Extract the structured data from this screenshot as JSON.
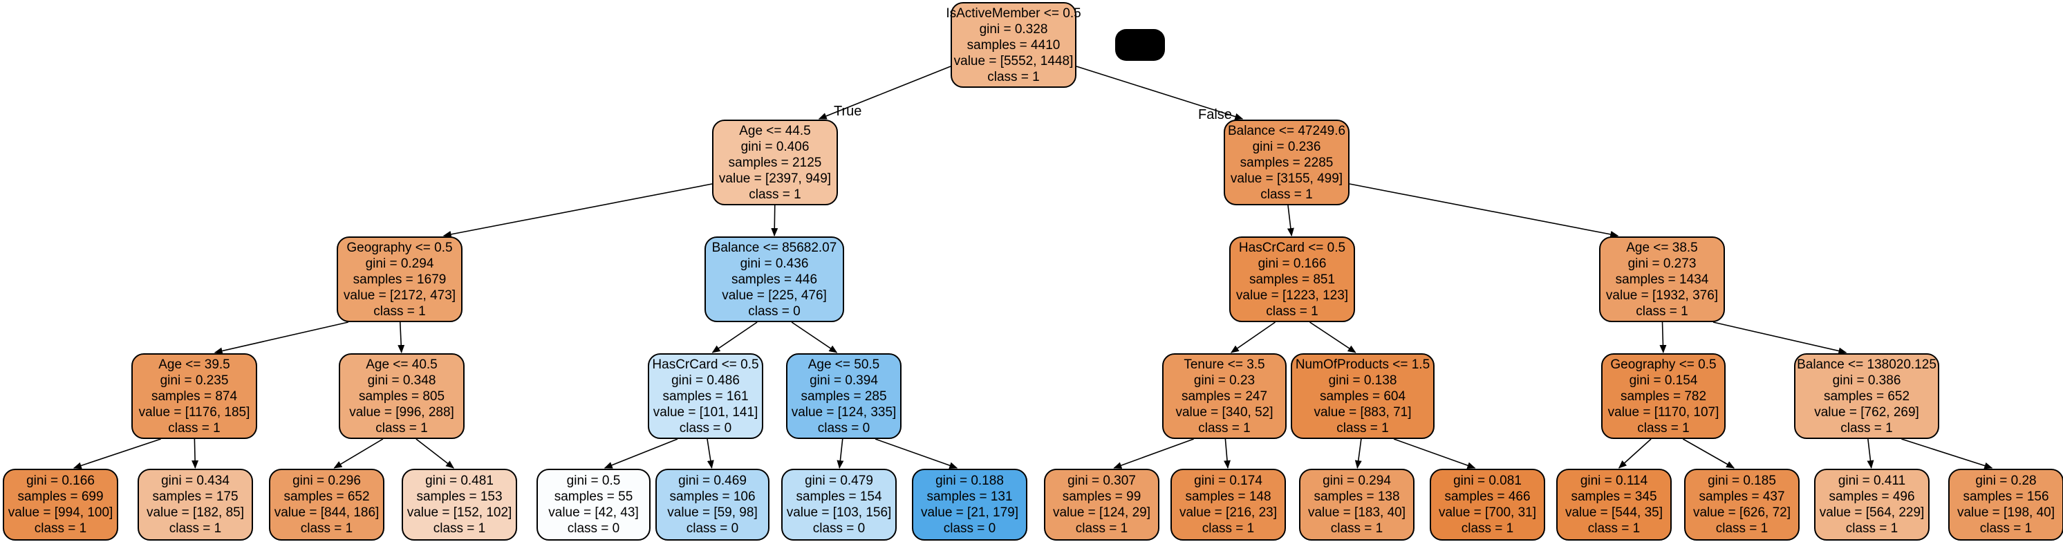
{
  "colors": {
    "class_1": "#e58139",
    "class_0": "#399de5",
    "edge": "#000000",
    "border": "#000000"
  },
  "edge_labels": {
    "true_label": "True",
    "false_label": "False"
  },
  "nodes": [
    {
      "id": "n0",
      "lines": [
        "IsActiveMember <= 0.5",
        "gini = 0.328",
        "samples = 4410",
        "value = [5552, 1448]",
        "class = 1"
      ],
      "cls": 1,
      "purity": 0.59
    },
    {
      "id": "n1",
      "lines": [
        "Age <= 44.5",
        "gini = 0.406",
        "samples = 2125",
        "value = [2397, 949]",
        "class = 1"
      ],
      "cls": 1,
      "purity": 0.48
    },
    {
      "id": "n2",
      "lines": [
        "Balance <= 47249.6",
        "gini = 0.236",
        "samples = 2285",
        "value = [3155, 499]",
        "class = 1"
      ],
      "cls": 1,
      "purity": 0.83
    },
    {
      "id": "n3",
      "lines": [
        "Geography <= 0.5",
        "gini = 0.294",
        "samples = 1679",
        "value = [2172, 473]",
        "class = 1"
      ],
      "cls": 1,
      "purity": 0.74
    },
    {
      "id": "n4",
      "lines": [
        "Balance <= 85682.07",
        "gini = 0.436",
        "samples = 446",
        "value = [225, 476]",
        "class = 0"
      ],
      "cls": 0,
      "purity": 0.5
    },
    {
      "id": "n5",
      "lines": [
        "HasCrCard <= 0.5",
        "gini = 0.166",
        "samples = 851",
        "value = [1223, 123]",
        "class = 1"
      ],
      "cls": 1,
      "purity": 0.9
    },
    {
      "id": "n6",
      "lines": [
        "Age <= 38.5",
        "gini = 0.273",
        "samples = 1434",
        "value = [1932, 376]",
        "class = 1"
      ],
      "cls": 1,
      "purity": 0.77
    },
    {
      "id": "n7",
      "lines": [
        "Age <= 39.5",
        "gini = 0.235",
        "samples = 874",
        "value = [1176, 185]",
        "class = 1"
      ],
      "cls": 1,
      "purity": 0.82
    },
    {
      "id": "n8",
      "lines": [
        "Age <= 40.5",
        "gini = 0.348",
        "samples = 805",
        "value = [996, 288]",
        "class = 1"
      ],
      "cls": 1,
      "purity": 0.66
    },
    {
      "id": "n9",
      "lines": [
        "HasCrCard <= 0.5",
        "gini = 0.486",
        "samples = 161",
        "value = [101, 141]",
        "class = 0"
      ],
      "cls": 0,
      "purity": 0.28
    },
    {
      "id": "n10",
      "lines": [
        "Age <= 50.5",
        "gini = 0.394",
        "samples = 285",
        "value = [124, 335]",
        "class = 0"
      ],
      "cls": 0,
      "purity": 0.63
    },
    {
      "id": "n11",
      "lines": [
        "Tenure <= 3.5",
        "gini = 0.23",
        "samples = 247",
        "value = [340, 52]",
        "class = 1"
      ],
      "cls": 1,
      "purity": 0.82
    },
    {
      "id": "n12",
      "lines": [
        "NumOfProducts <= 1.5",
        "gini = 0.138",
        "samples = 604",
        "value = [883, 71]",
        "class = 1"
      ],
      "cls": 1,
      "purity": 0.92
    },
    {
      "id": "n13",
      "lines": [
        "Geography <= 0.5",
        "gini = 0.154",
        "samples = 782",
        "value = [1170, 107]",
        "class = 1"
      ],
      "cls": 1,
      "purity": 0.91
    },
    {
      "id": "n14",
      "lines": [
        "Balance <= 138020.125",
        "gini = 0.386",
        "samples = 652",
        "value = [762, 269]",
        "class = 1"
      ],
      "cls": 1,
      "purity": 0.61
    },
    {
      "id": "n15",
      "lines": [
        "gini = 0.166",
        "samples = 699",
        "value = [994, 100]",
        "class = 1"
      ],
      "cls": 1,
      "purity": 0.9
    },
    {
      "id": "n16",
      "lines": [
        "gini = 0.434",
        "samples = 175",
        "value = [182, 85]",
        "class = 1"
      ],
      "cls": 1,
      "purity": 0.53
    },
    {
      "id": "n17",
      "lines": [
        "gini = 0.296",
        "samples = 652",
        "value = [844, 186]",
        "class = 1"
      ],
      "cls": 1,
      "purity": 0.78
    },
    {
      "id": "n18",
      "lines": [
        "gini = 0.481",
        "samples = 153",
        "value = [152, 102]",
        "class = 1"
      ],
      "cls": 1,
      "purity": 0.33
    },
    {
      "id": "n19",
      "lines": [
        "gini = 0.5",
        "samples = 55",
        "value = [42, 43]",
        "class = 0"
      ],
      "cls": 0,
      "purity": 0.02
    },
    {
      "id": "n20",
      "lines": [
        "gini = 0.469",
        "samples = 106",
        "value = [59, 98]",
        "class = 0"
      ],
      "cls": 0,
      "purity": 0.4
    },
    {
      "id": "n21",
      "lines": [
        "gini = 0.479",
        "samples = 154",
        "value = [103, 156]",
        "class = 0"
      ],
      "cls": 0,
      "purity": 0.34
    },
    {
      "id": "n22",
      "lines": [
        "gini = 0.188",
        "samples = 131",
        "value = [21, 179]",
        "class = 0"
      ],
      "cls": 0,
      "purity": 0.88
    },
    {
      "id": "n23",
      "lines": [
        "gini = 0.307",
        "samples = 99",
        "value = [124, 29]",
        "class = 1"
      ],
      "cls": 1,
      "purity": 0.77
    },
    {
      "id": "n24",
      "lines": [
        "gini = 0.174",
        "samples = 148",
        "value = [216, 23]",
        "class = 1"
      ],
      "cls": 1,
      "purity": 0.89
    },
    {
      "id": "n25",
      "lines": [
        "gini = 0.294",
        "samples = 138",
        "value = [183, 40]",
        "class = 1"
      ],
      "cls": 1,
      "purity": 0.78
    },
    {
      "id": "n26",
      "lines": [
        "gini = 0.081",
        "samples = 466",
        "value = [700, 31]",
        "class = 1"
      ],
      "cls": 1,
      "purity": 0.96
    },
    {
      "id": "n27",
      "lines": [
        "gini = 0.114",
        "samples = 345",
        "value = [544, 35]",
        "class = 1"
      ],
      "cls": 1,
      "purity": 0.94
    },
    {
      "id": "n28",
      "lines": [
        "gini = 0.185",
        "samples = 437",
        "value = [626, 72]",
        "class = 1"
      ],
      "cls": 1,
      "purity": 0.89
    },
    {
      "id": "n29",
      "lines": [
        "gini = 0.411",
        "samples = 496",
        "value = [564, 229]",
        "class = 1"
      ],
      "cls": 1,
      "purity": 0.59
    },
    {
      "id": "n30",
      "lines": [
        "gini = 0.28",
        "samples = 156",
        "value = [198, 40]",
        "class = 1"
      ],
      "cls": 1,
      "purity": 0.8
    }
  ],
  "edges": [
    [
      "n0",
      "n1"
    ],
    [
      "n0",
      "n2"
    ],
    [
      "n1",
      "n3"
    ],
    [
      "n1",
      "n4"
    ],
    [
      "n2",
      "n5"
    ],
    [
      "n2",
      "n6"
    ],
    [
      "n3",
      "n7"
    ],
    [
      "n3",
      "n8"
    ],
    [
      "n4",
      "n9"
    ],
    [
      "n4",
      "n10"
    ],
    [
      "n5",
      "n11"
    ],
    [
      "n5",
      "n12"
    ],
    [
      "n6",
      "n13"
    ],
    [
      "n6",
      "n14"
    ],
    [
      "n7",
      "n15"
    ],
    [
      "n7",
      "n16"
    ],
    [
      "n8",
      "n17"
    ],
    [
      "n8",
      "n18"
    ],
    [
      "n9",
      "n19"
    ],
    [
      "n9",
      "n20"
    ],
    [
      "n10",
      "n21"
    ],
    [
      "n10",
      "n22"
    ],
    [
      "n11",
      "n23"
    ],
    [
      "n11",
      "n24"
    ],
    [
      "n12",
      "n25"
    ],
    [
      "n12",
      "n26"
    ],
    [
      "n13",
      "n27"
    ],
    [
      "n13",
      "n28"
    ],
    [
      "n14",
      "n29"
    ],
    [
      "n14",
      "n30"
    ]
  ]
}
